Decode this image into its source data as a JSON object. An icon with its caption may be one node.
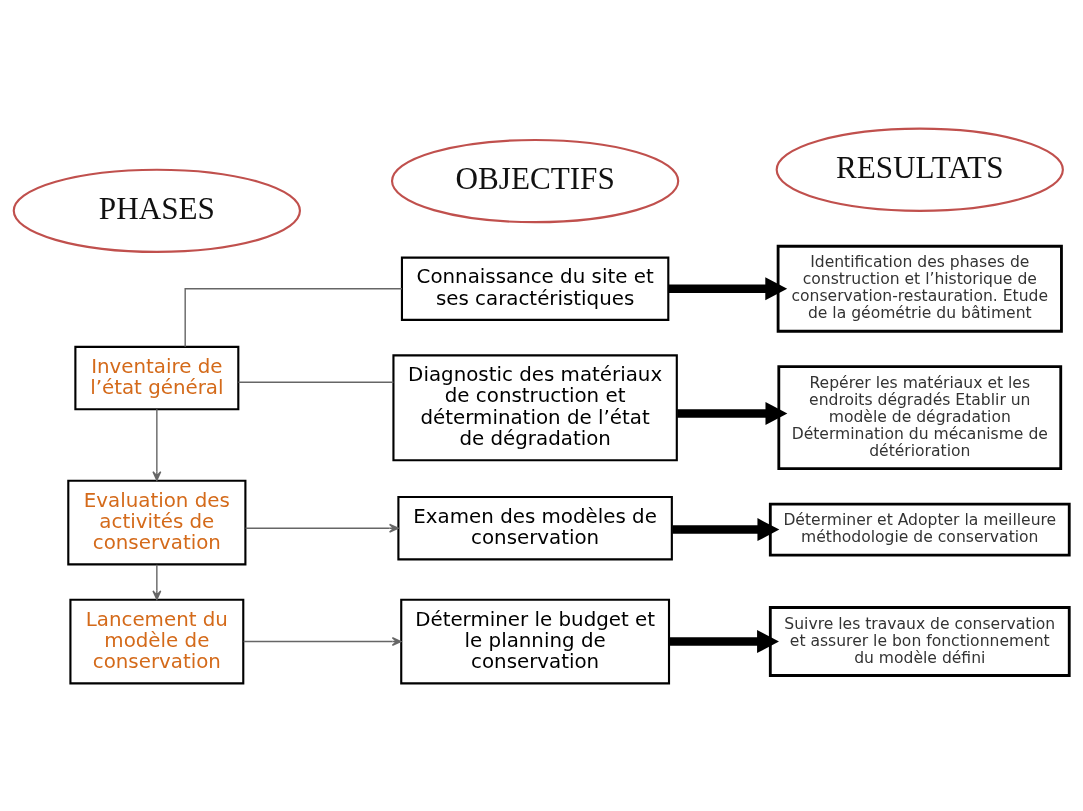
{
  "diagram": {
    "nodes": [
      {
        "text": [
          "PHASES"
        ]
      },
      {
        "text": [
          "OBJECTIFS"
        ]
      },
      {
        "text": [
          "RESULTATS"
        ]
      },
      {
        "text": [
          "Inventaire de l’état général"
        ]
      },
      {
        "text": [
          "Connaissance du site et ses caractéristiques"
        ]
      },
      {
        "text": [
          "Identification des phases de construction et l’historique de conservation-restauration. Etude de la géométrie du bâtiment"
        ]
      },
      {
        "text": [
          "Diagnostic des matériaux de construction et détermination de l’état de dégradation"
        ]
      },
      {
        "text": [
          "Repérer les matériaux et les endroits dégradés Etablir un modèle de dégradation Détermination du mécanisme de détérioration"
        ]
      },
      {
        "text": [
          "Evaluation des activités de conservation"
        ]
      },
      {
        "text": [
          "Examen des modèles de conservation"
        ]
      },
      {
        "text": [
          "Déterminer et Adopter la meilleure méthodologie de conservation"
        ]
      },
      {
        "text": [
          "Lancement du modèle de conservation"
        ]
      },
      {
        "text": [
          "Déterminer le budget et le planning de conservation"
        ]
      },
      {
        "text": [
          "Suivre les travaux de conservation et assurer le bon fonctionnement du modèle défini"
        ]
      }
    ],
    "edges": [
      {
        "from": 3,
        "to": 4,
        "arrow": "none"
      },
      {
        "from": 3,
        "to": 6,
        "arrow": "none"
      },
      {
        "from": 4,
        "to": 5,
        "arrow": "to",
        "style": "thick",
        "color": "#000000"
      },
      {
        "from": 6,
        "to": 7,
        "arrow": "to",
        "style": "thick",
        "color": "#000000"
      },
      {
        "from": 3,
        "to": 8,
        "arrow": "to"
      },
      {
        "from": 8,
        "to": 9,
        "arrow": "to"
      },
      {
        "from": 9,
        "to": 10,
        "arrow": "to",
        "style": "thick",
        "color": "#000000"
      },
      {
        "from": 8,
        "to": 11,
        "arrow": "to"
      },
      {
        "from": 11,
        "to": 12,
        "arrow": "to"
      },
      {
        "from": 12,
        "to": 13,
        "arrow": "to",
        "style": "thick",
        "color": "#000000"
      }
    ]
  }
}
